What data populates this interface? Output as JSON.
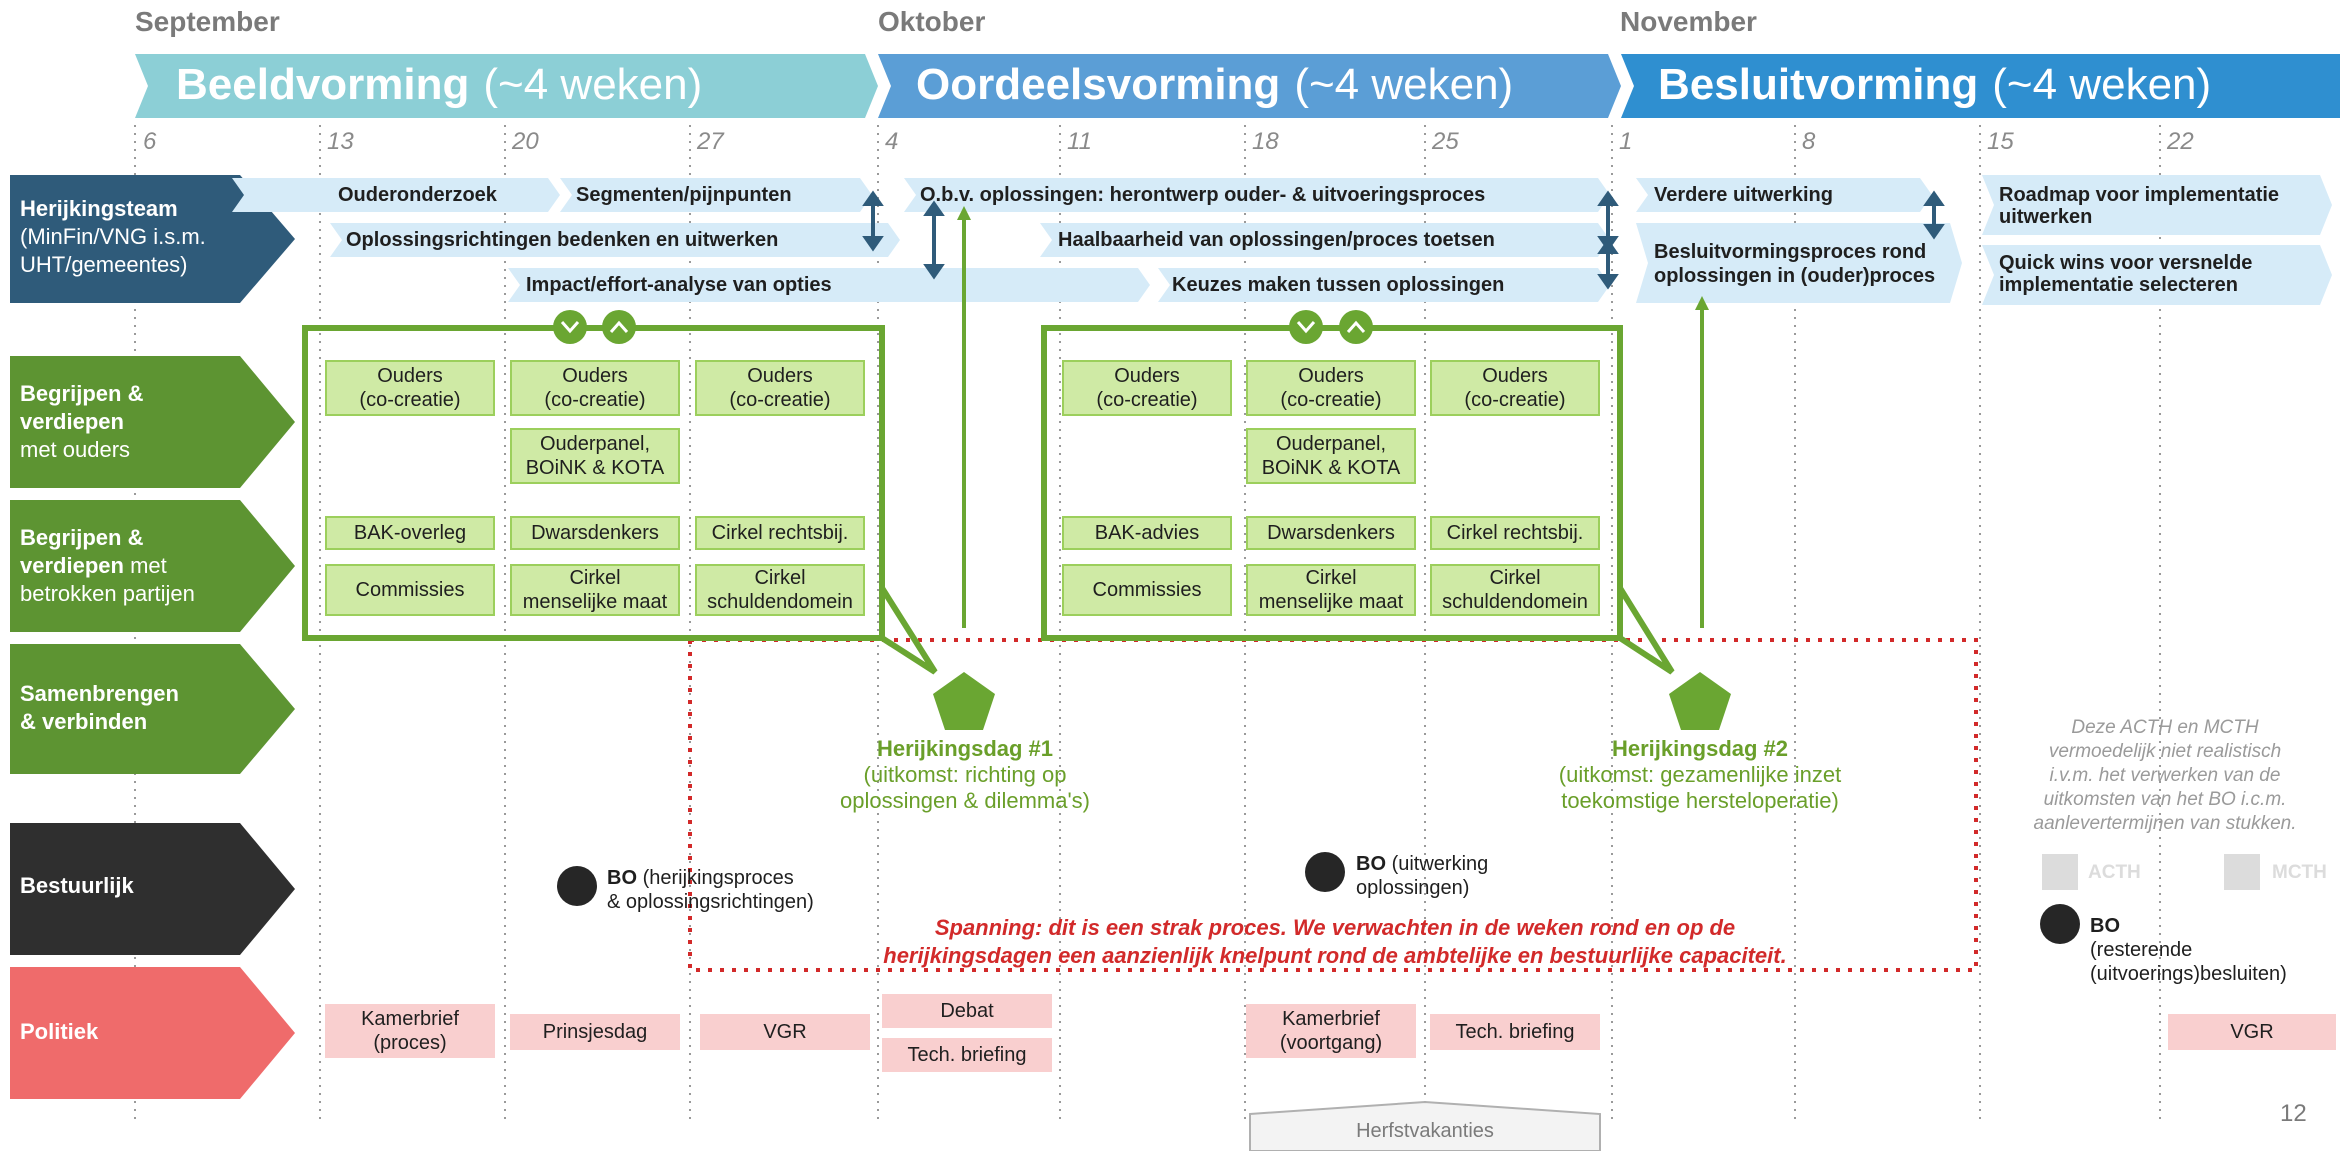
{
  "months": [
    "September",
    "Oktober",
    "November"
  ],
  "phases": [
    {
      "title": "Beeldvorming",
      "suffix": "(~4 weken)",
      "color": "#8ccfd6"
    },
    {
      "title": "Oordeelsvorming",
      "suffix": "(~4 weken)",
      "color": "#5aa0d6"
    },
    {
      "title": "Besluitvorming",
      "suffix": "(~4 weken)",
      "color": "#2f8fd0"
    }
  ],
  "weeks": [
    "6",
    "13",
    "20",
    "27",
    "4",
    "11",
    "18",
    "25",
    "1",
    "8",
    "15",
    "22"
  ],
  "rows": {
    "herijkingsteam": {
      "title": "Herijkingsteam",
      "sub1": "(MinFin/VNG i.s.m.",
      "sub2": "UHT/gemeentes)",
      "color": "#2f5b7a"
    },
    "begrijpen_ouders": {
      "l1": "Begrijpen &",
      "l2": "verdiepen",
      "l3": "met ouders",
      "color": "#5d9432"
    },
    "begrijpen_partijen": {
      "l1": "Begrijpen &",
      "l2": "verdiepen",
      "l2b": "met",
      "l3": "betrokken partijen",
      "color": "#5d9432"
    },
    "samenbrengen": {
      "l1": "Samenbrengen",
      "l2": "& verbinden",
      "color": "#5d9432"
    },
    "bestuurlijk": {
      "title": "Bestuurlijk",
      "color": "#2f2f2f"
    },
    "politiek": {
      "title": "Politiek",
      "color": "#ef6b6b"
    }
  },
  "bars": {
    "ouderonderzoek": "Ouderonderzoek",
    "segmenten": "Segmenten/pijnpunten",
    "obv": "O.b.v. oplossingen: herontwerp ouder- & uitvoeringsproces",
    "verdere": "Verdere uitwerking",
    "roadmap": "Roadmap voor implementatie uitwerken",
    "oplossingsrichtingen": "Oplossingsrichtingen bedenken en uitwerken",
    "haalbaarheid": "Haalbaarheid van oplossingen/proces toetsen",
    "besluitvorming": "Besluitvormingsproces rond oplossingen in (ouder)proces",
    "quickwins": "Quick wins voor versnelde implementatie selecteren",
    "impact": "Impact/effort-analyse van opties",
    "keuzes": "Keuzes maken tussen oplossingen"
  },
  "boxes": {
    "ouders": "Ouders",
    "cocreatie": "(co-creatie)",
    "ouderpanel": "Ouderpanel,",
    "boink": "BOiNK & KOTA",
    "bak_overleg": "BAK-overleg",
    "bak_advies": "BAK-advies",
    "dwarsdenkers": "Dwarsdenkers",
    "cirkel_rechtsbij": "Cirkel rechtsbij.",
    "commissies": "Commissies",
    "cirkel": "Cirkel",
    "menselijke_maat": "menselijke maat",
    "schuldendomein": "schuldendomein"
  },
  "herijkingsdag1": {
    "title": "Herijkingsdag #1",
    "line1": "(uitkomst: richting op",
    "line2": "oplossingen & dilemma's)"
  },
  "herijkingsdag2": {
    "title": "Herijkingsdag #2",
    "line1": "(uitkomst: gezamenlijke inzet",
    "line2": "toekomstige hersteloperatie)"
  },
  "note": {
    "l1": "Deze ACTH en MCTH",
    "l2": "vermoedelijk niet realistisch",
    "l3": "i.v.m. het verwerken van de",
    "l4": "uitkomsten van het BO i.c.m.",
    "l5": "aanlevertermijnen van stukken."
  },
  "acth": "ACTH",
  "mcth": "MCTH",
  "bo": {
    "label": "BO",
    "bo1_a": "(herijkingsproces",
    "bo1_b": "& oplossingsrichtingen)",
    "bo2_a": "(uitwerking",
    "bo2_b": "oplossingen)",
    "bo3_a": "(resterende",
    "bo3_b": "(uitvoerings)besluiten)"
  },
  "spanning": {
    "l1": "Spanning: dit is een strak proces. We verwachten in de weken rond en op de",
    "l2": "herijkingsdagen een aanzienlijk knelpunt rond de ambtelijke en bestuurlijke capaciteit."
  },
  "politiek": {
    "kamerbrief": "Kamerbrief",
    "proces": "(proces)",
    "prinsjesdag": "Prinsjesdag",
    "vgr": "VGR",
    "debat": "Debat",
    "tech_briefing": "Tech. briefing",
    "voortgang": "(voortgang)"
  },
  "herfstvakanties": "Herfstvakanties",
  "page_number": "12",
  "colors": {
    "green": "#6aa632",
    "red_dotted": "#d22a2a",
    "light_blue": "#d6ebf8",
    "navy_arrow": "#2f5b7a"
  }
}
